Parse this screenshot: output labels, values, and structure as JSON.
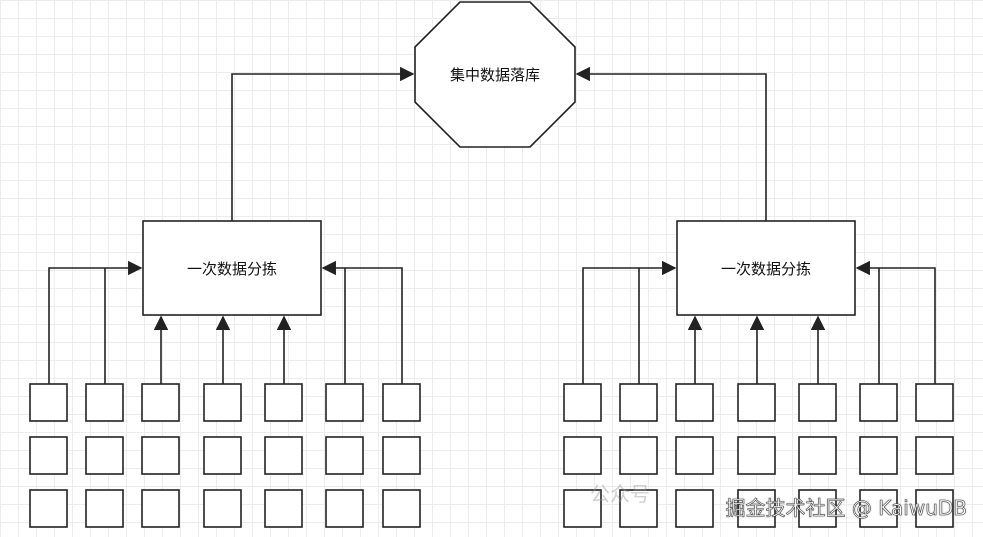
{
  "diagram": {
    "central_store": {
      "label": "集中数据落库",
      "shape": "octagon"
    },
    "sorters": [
      {
        "label": "一次数据分拣"
      },
      {
        "label": "一次数据分拣"
      }
    ],
    "source_grid": {
      "rows": 3,
      "cols": 7
    },
    "colors": {
      "stroke": "#222222",
      "fill": "#ffffff",
      "grid": "#ececec"
    }
  },
  "watermark": {
    "text": "掘金技术社区 @ KaiwuDB",
    "faint_text": "公众号"
  }
}
